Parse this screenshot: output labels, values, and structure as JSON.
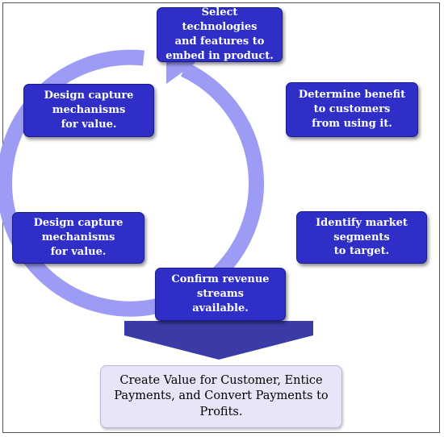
{
  "colors": {
    "box_fill": "#2f2fc8",
    "cycle_arrow": "#9c9cf4",
    "funnel": "#3b3ba8",
    "result_fill": "#e6e6f8"
  },
  "cycle": {
    "steps": [
      "Select technologies\nand features to\nembed in product.",
      "Determine benefit\nto customers\nfrom using it.",
      "Identify market\nsegments\nto target.",
      "Confirm revenue\nstreams\navailable.",
      "Design capture\nmechanisms\nfor value.",
      "Design capture\nmechanisms\nfor value."
    ]
  },
  "result": {
    "text": "Create Value for Customer, Entice Payments, and Convert Payments to Profits."
  }
}
